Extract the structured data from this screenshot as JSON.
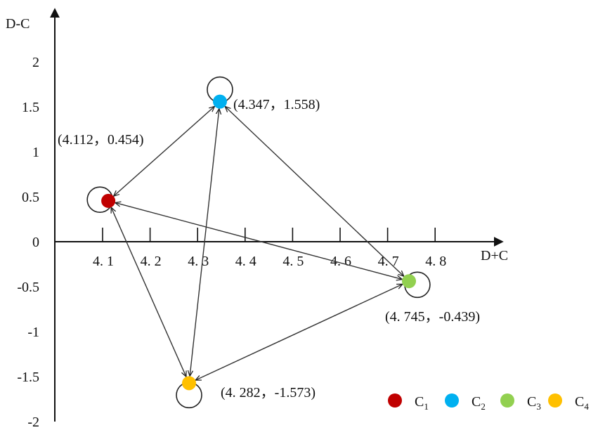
{
  "axes": {
    "x_title": "D+C",
    "y_title": "D-C",
    "x_ticks": [
      "4. 1",
      "4. 2",
      "4. 3",
      "4. 4",
      "4. 5",
      "4. 6",
      "4. 7",
      "4. 8"
    ],
    "y_ticks": [
      "2",
      "1.5",
      "1",
      "0.5",
      "0",
      "-0.5",
      "-1",
      "-1.5",
      "-2"
    ]
  },
  "nodes": [
    {
      "id": "C1",
      "x": 4.112,
      "y": 0.454,
      "color": "#c00000",
      "label": "(4.112，0.454)"
    },
    {
      "id": "C2",
      "x": 4.347,
      "y": 1.558,
      "color": "#00b0f0",
      "label": "(4.347，1.558)"
    },
    {
      "id": "C3",
      "x": 4.745,
      "y": -0.439,
      "color": "#92d050",
      "label": "(4. 745，-0.439)"
    },
    {
      "id": "C4",
      "x": 4.282,
      "y": -1.573,
      "color": "#ffc000",
      "label": "(4. 282，-1.573)"
    }
  ],
  "edges": [
    {
      "from": "C1",
      "to": "C2"
    },
    {
      "from": "C1",
      "to": "C3"
    },
    {
      "from": "C1",
      "to": "C4"
    },
    {
      "from": "C2",
      "to": "C3"
    },
    {
      "from": "C2",
      "to": "C4"
    },
    {
      "from": "C3",
      "to": "C4"
    }
  ],
  "legend": [
    {
      "name": "C",
      "sub": "1",
      "color": "#c00000"
    },
    {
      "name": "C",
      "sub": "2",
      "color": "#00b0f0"
    },
    {
      "name": "C",
      "sub": "3",
      "color": "#92d050"
    },
    {
      "name": "C",
      "sub": "4",
      "color": "#ffc000"
    }
  ]
}
